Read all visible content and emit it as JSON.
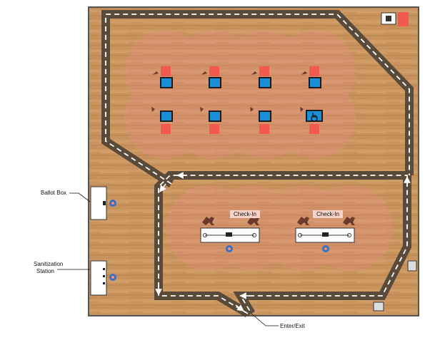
{
  "labels": {
    "ballot_box": "Ballot Box",
    "sanitization_line1": "Sanitization",
    "sanitization_line2": "Station",
    "enter_exit": "Enter/Exit"
  },
  "check_in_tables": [
    {
      "label": "Check-In"
    },
    {
      "label": "Check-In"
    }
  ],
  "voting_booths": [
    {
      "row": "top",
      "accessible": false
    },
    {
      "row": "top",
      "accessible": false
    },
    {
      "row": "top",
      "accessible": false
    },
    {
      "row": "top",
      "accessible": false
    },
    {
      "row": "bottom",
      "accessible": false
    },
    {
      "row": "bottom",
      "accessible": false
    },
    {
      "row": "bottom",
      "accessible": false
    },
    {
      "row": "bottom",
      "accessible": true
    }
  ],
  "icons": {
    "booth": "voting-booth-icon",
    "accessible": "wheelchair-icon",
    "person": "person-icon",
    "distancing": "distancing-zone",
    "path": "dashed-path-arrow"
  },
  "colors": {
    "floor": "#c9935d",
    "path": "#5a4a3a",
    "distancing_zone": "#f08c8c",
    "booth_marker": "#f25a50",
    "booth_screen": "#1a8fd8",
    "wall": "#444444"
  }
}
